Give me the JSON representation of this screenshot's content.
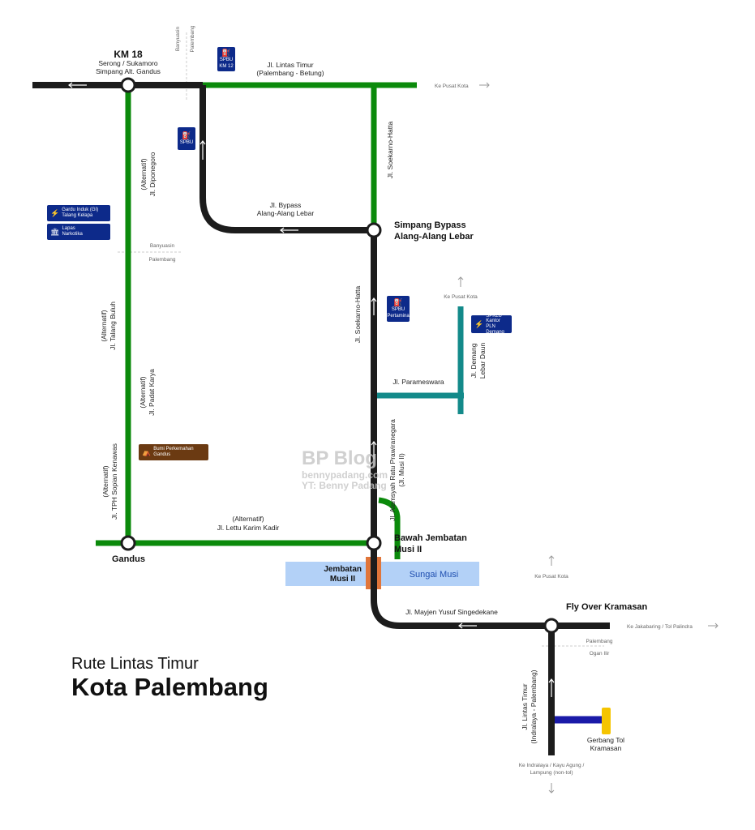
{
  "title": {
    "line1": "Rute Lintas Timur",
    "line2": "Kota Palembang"
  },
  "watermark": {
    "line1": "BP Blog",
    "line2": "bennypadang.com",
    "line3": "YT: Benny Padang"
  },
  "colors": {
    "main_route": "#1c1c1c",
    "alternative": "#0b8a0b",
    "teal": "#138a8a",
    "river": "#b3d1f7",
    "toll": "#1a1aa8",
    "gate": "#f5c400",
    "bridge": "#e0753a",
    "badge": "#0d2a8a",
    "camp": "#6b3a12"
  },
  "nodes": {
    "km18": {
      "name": "KM 18",
      "sub1": "Serong / Sukamoro",
      "sub2": "Simpang Alt. Gandus"
    },
    "simpang_bypass": {
      "line1": "Simpang Bypass",
      "line2": "Alang-Alang Lebar"
    },
    "bawah_jembatan": {
      "line1": "Bawah Jembatan",
      "line2": "Musi II"
    },
    "gandus": {
      "name": "Gandus"
    },
    "fly_over": {
      "name": "Fly Over Kramasan"
    }
  },
  "roads": {
    "lintas_timur_top": {
      "line1": "Jl. Lintas Timur",
      "line2": "(Palembang - Betung)"
    },
    "soekarno_upper": "Jl. Soekarno-Hatta",
    "soekarno_lower": "Jl. Soekarno-Hatta",
    "bypass": {
      "line1": "Jl. Bypass",
      "line2": "Alang-Alang Lebar"
    },
    "diponegoro": {
      "line1": "(Alternatif)",
      "line2": "Jl. Diponegoro"
    },
    "talang_buluh": {
      "line1": "(Alternatif)",
      "line2": "Jl. Talang Buluh"
    },
    "padat_karya": {
      "line1": "(Alternatif)",
      "line2": "Jl. Padat Karya"
    },
    "tph_sopian": {
      "line1": "(Alternatif)",
      "line2": "Jl. TPH Sopian Kenawas"
    },
    "lettu_karim": {
      "line1": "(Alternatif)",
      "line2": "Jl. Lettu Karim Kadir"
    },
    "parameswara": "Jl. Parameswara",
    "demang": {
      "line1": "Jl. Demang",
      "line2": "Lebar Daun"
    },
    "alamsyah": {
      "line1": "Jl. Alamsyah Ratu Prawiranegara",
      "line2": "(Jl. Musi II)"
    },
    "mayjen_yusuf": "Jl. Mayjen Yusuf Singedekane",
    "lintas_timur_bottom": {
      "line1": "Jl. Lintas Timur",
      "line2": "(Indralaya - Palembang)"
    }
  },
  "river": {
    "name": "Sungai Musi",
    "bridge_line1": "Jembatan",
    "bridge_line2": "Musi II"
  },
  "toll": {
    "line1": "Gerbang Tol",
    "line2": "Kramasan"
  },
  "destinations": {
    "pusat_kota_top": "Ke Pusat Kota",
    "pusat_kota_mid": "Ke Pusat Kota",
    "pusat_kota_lower": "Ke Pusat Kota",
    "jakabaring": "Ke Jakabaring / Tol Palindra",
    "indralaya": {
      "line1": "Ke Indralaya / Kayu Agung /",
      "line2": "Lampung (non-tol)"
    }
  },
  "boundaries": {
    "top": {
      "a": "Banyuasin",
      "b": "Palembang"
    },
    "left": {
      "a": "Banyuasin",
      "b": "Palembang"
    },
    "bottom": {
      "a": "Palembang",
      "b": "Ogan Ilir"
    }
  },
  "pois": {
    "spbu_km12": {
      "line1": "SPBU",
      "line2": "KM 12"
    },
    "spbu_left": {
      "line1": "SPBU"
    },
    "spbu_pertamina": {
      "line1": "SPBU",
      "line2": "Pertamina"
    },
    "spklu": {
      "line1": "SPKLU",
      "line2": "Kantor PLN",
      "line3": "Demang"
    },
    "gardu": {
      "line1": "Gardu Induk (GI)",
      "line2": "Talang Kelapa"
    },
    "lapas": {
      "line1": "Lapas",
      "line2": "Narkotika"
    },
    "bumi": {
      "line1": "Bumi Perkemahan",
      "line2": "Gandus"
    }
  },
  "icons": {
    "fuel": "fuel-pump-icon",
    "ev": "ev-charger-icon",
    "power": "lightning-icon",
    "prison": "building-icon",
    "camp": "tent-icon",
    "arrow": "arrow-icon"
  }
}
